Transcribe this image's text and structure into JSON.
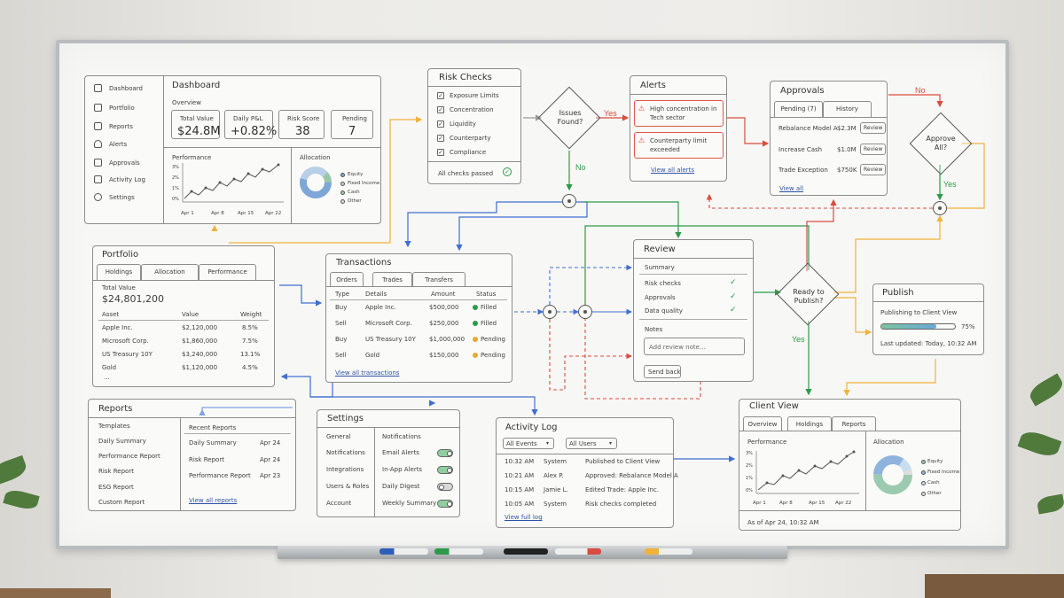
{
  "dashboard": {
    "nav": [
      "Dashboard",
      "Portfolio",
      "Reports",
      "Alerts",
      "Approvals",
      "Activity Log",
      "Settings"
    ],
    "title": "Dashboard",
    "overview": "Overview",
    "kpis": [
      {
        "label": "Total Value",
        "value": "$24.8M"
      },
      {
        "label": "Daily P&L",
        "value": "+0.82%"
      },
      {
        "label": "Risk Score",
        "value": "38"
      },
      {
        "label": "Pending",
        "value": "7"
      }
    ],
    "performance": "Performance",
    "perf_y": [
      "3%",
      "2%",
      "1%",
      "0%"
    ],
    "perf_x": [
      "Apr 1",
      "Apr 8",
      "Apr 15",
      "Apr 22"
    ],
    "allocation": "Allocation",
    "alloc_legend": [
      "Equity",
      "Fixed Income",
      "Cash",
      "Other"
    ]
  },
  "risk": {
    "title": "Risk Checks",
    "items": [
      "Exposure Limits",
      "Concentration",
      "Liquidity",
      "Counterparty",
      "Compliance"
    ],
    "status": "All checks passed"
  },
  "issues": {
    "label_l1": "Issues",
    "label_l2": "Found?",
    "yes": "Yes",
    "no": "No"
  },
  "alerts": {
    "title": "Alerts",
    "items": [
      {
        "l1": "High concentration in",
        "l2": "Tech sector"
      },
      {
        "l1": "Counterparty limit",
        "l2": "exceeded"
      }
    ],
    "link": "View all alerts"
  },
  "approvals": {
    "title": "Approvals",
    "tabs": [
      "Pending (7)",
      "History"
    ],
    "rows": [
      {
        "name": "Rebalance Model A",
        "value": "$2.3M",
        "action": "Review"
      },
      {
        "name": "Increase Cash",
        "value": "$1.0M",
        "action": "Review"
      },
      {
        "name": "Trade Exception",
        "value": "$750K",
        "action": "Review"
      }
    ],
    "link": "View all"
  },
  "approve": {
    "l1": "Approve",
    "l2": "All?",
    "no": "No",
    "yes": "Yes"
  },
  "portfolio": {
    "title": "Portfolio",
    "tabs": [
      "Holdings",
      "Allocation",
      "Performance"
    ],
    "total_label": "Total Value",
    "total": "$24,801,200",
    "cols": [
      "Asset",
      "Value",
      "Weight"
    ],
    "rows": [
      [
        "Apple Inc.",
        "$2,120,000",
        "8.5%"
      ],
      [
        "Microsoft Corp.",
        "$1,860,000",
        "7.5%"
      ],
      [
        "US Treasury 10Y",
        "$3,240,000",
        "13.1%"
      ],
      [
        "Gold",
        "$1,120,000",
        "4.5%"
      ]
    ],
    "more": "..."
  },
  "transactions": {
    "title": "Transactions",
    "tabs": [
      "Orders",
      "Trades",
      "Transfers"
    ],
    "cols": [
      "Type",
      "Details",
      "Amount",
      "Status"
    ],
    "rows": [
      {
        "type": "Buy",
        "details": "Apple Inc.",
        "amount": "$500,000",
        "status": "Filled",
        "color": "#2d9a4a"
      },
      {
        "type": "Sell",
        "details": "Microsoft Corp.",
        "amount": "$250,000",
        "status": "Filled",
        "color": "#2d9a4a"
      },
      {
        "type": "Buy",
        "details": "US Treasury 10Y",
        "amount": "$1,000,000",
        "status": "Pending",
        "color": "#e8a93a"
      },
      {
        "type": "Sell",
        "details": "Gold",
        "amount": "$150,000",
        "status": "Pending",
        "color": "#e8a93a"
      }
    ],
    "link": "View all transactions"
  },
  "review": {
    "title": "Review",
    "summary": "Summary",
    "checks": [
      "Risk checks",
      "Approvals",
      "Data quality"
    ],
    "notes": "Notes",
    "placeholder": "Add review note...",
    "send_back": "Send back"
  },
  "publish_q": {
    "l1": "Ready to",
    "l2": "Publish?",
    "yes": "Yes"
  },
  "publish": {
    "title": "Publish",
    "status": "Publishing to Client View",
    "progress": 0.75,
    "pct": "75%",
    "updated": "Last updated: Today, 10:32 AM"
  },
  "reports": {
    "title": "Reports",
    "left": [
      "Templates",
      "Daily Summary",
      "Performance Report",
      "Risk Report",
      "ESG Report",
      "Custom Report"
    ],
    "recent_title": "Recent Reports",
    "recent": [
      {
        "name": "Daily Summary",
        "date": "Apr 24"
      },
      {
        "name": "Risk Report",
        "date": "Apr 24"
      },
      {
        "name": "Performance Report",
        "date": "Apr 23"
      }
    ],
    "link": "View all reports"
  },
  "settings": {
    "title": "Settings",
    "left": [
      "General",
      "Notifications",
      "Integrations",
      "Users & Roles",
      "Account"
    ],
    "right_title": "Notifications",
    "toggles": [
      {
        "label": "Email Alerts",
        "on": true
      },
      {
        "label": "In-App Alerts",
        "on": true
      },
      {
        "label": "Daily Digest",
        "on": false
      },
      {
        "label": "Weekly Summary",
        "on": true
      }
    ]
  },
  "activity": {
    "title": "Activity Log",
    "filters": [
      "All Events",
      "All Users"
    ],
    "rows": [
      {
        "time": "10:32 AM",
        "user": "System",
        "event": "Published to Client View"
      },
      {
        "time": "10:21 AM",
        "user": "Alex P.",
        "event": "Approved: Rebalance Model A"
      },
      {
        "time": "10:15 AM",
        "user": "Jamie L.",
        "event": "Edited Trade: Apple Inc."
      },
      {
        "time": "10:05 AM",
        "user": "System",
        "event": "Risk checks completed"
      }
    ],
    "link": "View full log"
  },
  "client": {
    "title": "Client View",
    "tabs": [
      "Overview",
      "Holdings",
      "Reports"
    ],
    "performance": "Performance",
    "perf_y": [
      "3%",
      "2%",
      "1%",
      "0%"
    ],
    "perf_x": [
      "Apr 1",
      "Apr 8",
      "Apr 15",
      "Apr 22"
    ],
    "allocation": "Allocation",
    "alloc_legend": [
      "Equity",
      "Fixed Income",
      "Cash",
      "Other"
    ],
    "asof": "As of Apr 24, 10:32 AM"
  },
  "colors": {
    "accent_blue": "#3f6fd1",
    "accent_green": "#2d9a4a",
    "accent_red": "#d94c3f",
    "accent_orange": "#f0b23c",
    "link": "#2f52a8"
  }
}
